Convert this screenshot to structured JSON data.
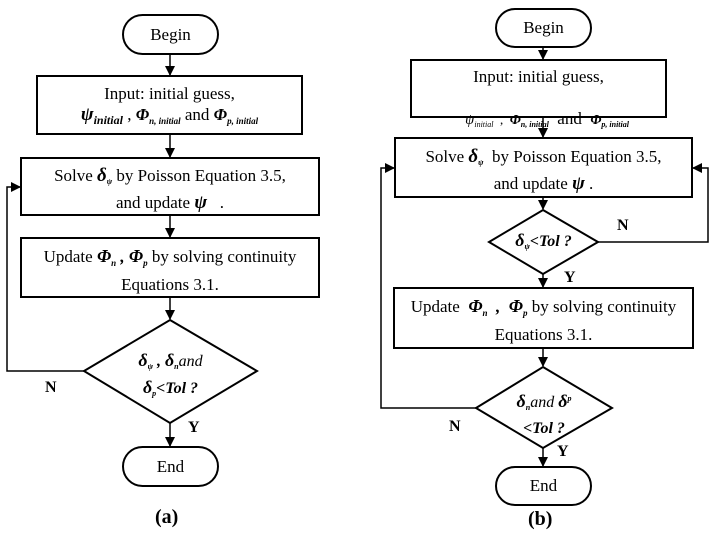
{
  "flowcharts": [
    {
      "id": "a",
      "caption": "(a)",
      "begin": "Begin",
      "input": {
        "line1": "Input: initial guess,",
        "psi": "ψ",
        "psi_sub": "initial",
        "sep1": " , ",
        "phi_n": "Φ",
        "phi_n_sub": "n, initial",
        "and": " and ",
        "phi_p": "Φ",
        "phi_p_sub": "p, initial"
      },
      "solve": {
        "pre": "Solve ",
        "delta": "δ",
        "delta_sub": "ψ",
        "post": " by Poisson Equation 3.5,",
        "line2_pre": "and update ",
        "psi": "ψ",
        "line2_post": "   ."
      },
      "update": {
        "pre": "Update ",
        "phi_n": "Φ",
        "phi_n_sub": "n",
        "sep": " , ",
        "phi_p": "Φ",
        "phi_p_sub": "p",
        "post": " by solving continuity",
        "line2": "Equations 3.1."
      },
      "decision": {
        "d1": "δ",
        "d1_sub": "ψ",
        "sep": " , ",
        "d2": "δ",
        "d2_sub": "n",
        "and": "and",
        "d3": "δ",
        "d3_sub": "p",
        "cond": "<Tol ?"
      },
      "no_label": "N",
      "yes_label": "Y",
      "end": "End"
    },
    {
      "id": "b",
      "caption": "(b)",
      "begin": "Begin",
      "input": {
        "line1": "Input: initial guess,",
        "psi": "ψ",
        "psi_sub": "initial",
        "sep1": "  ,  ",
        "phi_n": "Φ",
        "phi_n_sub": "n, initial",
        "and": "  and  ",
        "phi_p": "Φ",
        "phi_p_sub": "p, initial"
      },
      "solve": {
        "pre": "Solve ",
        "delta": "δ",
        "delta_sub": "ψ",
        "post": "  by Poisson Equation 3.5,",
        "line2_pre": "and update ",
        "psi": "ψ",
        "line2_post": " ."
      },
      "decision1": {
        "d1": "δ",
        "d1_sub": "ψ",
        "cond": "<Tol ?"
      },
      "decision1_no": "N",
      "decision1_yes": "Y",
      "update": {
        "pre": "Update  ",
        "phi_n": "Φ",
        "phi_n_sub": "n",
        "sep": "  ,  ",
        "phi_p": "Φ",
        "phi_p_sub": "p",
        "post": " by solving continuity",
        "line2": "Equations 3.1."
      },
      "decision2": {
        "d1": "δ",
        "d1_sub": "n",
        "and": "and ",
        "d2": "δ",
        "d2_sub": "p",
        "cond": "<Tol ?"
      },
      "decision2_no": "N",
      "decision2_yes": "Y",
      "end": "End"
    }
  ]
}
